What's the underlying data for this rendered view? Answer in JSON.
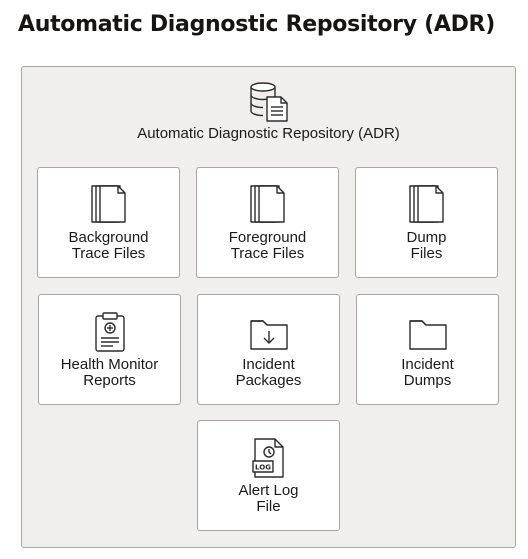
{
  "title": "Automatic Diagnostic Repository (ADR)",
  "repository": {
    "label": "Automatic Diagnostic Repository (ADR)",
    "icon": "database-document-icon"
  },
  "cards": [
    {
      "label": "Background\nTrace Files",
      "icon": "stacked-files-icon"
    },
    {
      "label": "Foreground\nTrace Files",
      "icon": "stacked-files-icon"
    },
    {
      "label": "Dump\nFiles",
      "icon": "stacked-files-icon"
    },
    {
      "label": "Health Monitor\nReports",
      "icon": "clipboard-icon"
    },
    {
      "label": "Incident\nPackages",
      "icon": "folder-download-icon"
    },
    {
      "label": "Incident\nDumps",
      "icon": "folder-icon"
    },
    {
      "label": "Alert Log\nFile",
      "icon": "log-file-icon"
    }
  ],
  "colors": {
    "container_background": "#f1efed",
    "card_background": "#ffffff",
    "border": "#a9a6a2",
    "icon_stroke": "#2b2b2b",
    "title": "#161513"
  }
}
